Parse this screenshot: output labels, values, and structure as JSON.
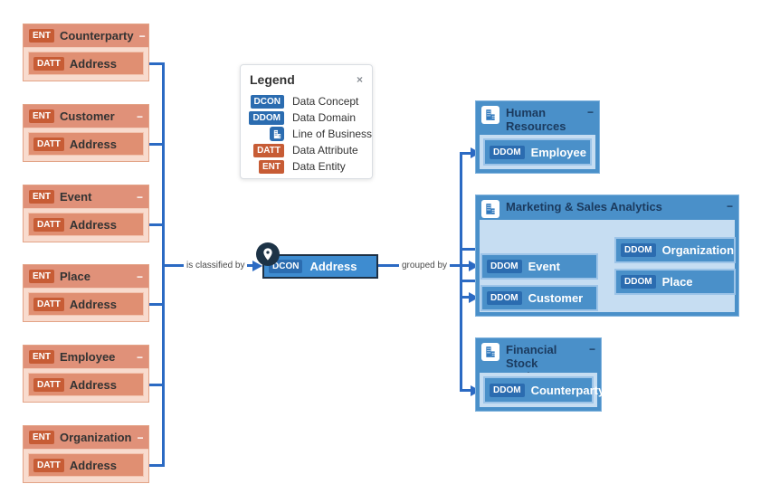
{
  "diagram": {
    "entities": [
      {
        "badge": "ENT",
        "name": "Counterparty",
        "attr_badge": "DATT",
        "attr": "Address",
        "collapse": "−"
      },
      {
        "badge": "ENT",
        "name": "Customer",
        "attr_badge": "DATT",
        "attr": "Address",
        "collapse": "−"
      },
      {
        "badge": "ENT",
        "name": "Event",
        "attr_badge": "DATT",
        "attr": "Address",
        "collapse": "−"
      },
      {
        "badge": "ENT",
        "name": "Place",
        "attr_badge": "DATT",
        "attr": "Address",
        "collapse": "−"
      },
      {
        "badge": "ENT",
        "name": "Employee",
        "attr_badge": "DATT",
        "attr": "Address",
        "collapse": "−"
      },
      {
        "badge": "ENT",
        "name": "Organization",
        "attr_badge": "DATT",
        "attr": "Address",
        "collapse": "−"
      }
    ],
    "concept": {
      "badge": "DCON",
      "label": "Address",
      "pin_icon": "location-pin-icon"
    },
    "edge_labels": {
      "left": "is classified by",
      "right": "grouped by"
    },
    "groups": [
      {
        "name": "Human Resources",
        "collapse": "−",
        "icon": "building-icon",
        "domains": [
          {
            "badge": "DDOM",
            "label": "Employee"
          }
        ]
      },
      {
        "name": "Marketing & Sales Analytics",
        "collapse": "−",
        "icon": "building-icon",
        "domains": [
          {
            "badge": "DDOM",
            "label": "Event"
          },
          {
            "badge": "DDOM",
            "label": "Customer"
          },
          {
            "badge": "DDOM",
            "label": "Organization"
          },
          {
            "badge": "DDOM",
            "label": "Place"
          }
        ]
      },
      {
        "name": "Financial Stock Exchange",
        "collapse": "−",
        "icon": "building-icon",
        "domains": [
          {
            "badge": "DDOM",
            "label": "Counterparty"
          }
        ]
      }
    ]
  },
  "legend": {
    "title": "Legend",
    "close": "×",
    "items": [
      {
        "badge": "DCON",
        "label": "Data Concept"
      },
      {
        "badge": "DDOM",
        "label": "Data Domain"
      },
      {
        "icon": "building-icon",
        "label": "Line of Business"
      },
      {
        "badge": "DATT",
        "label": "Data Attribute"
      },
      {
        "badge": "ENT",
        "label": "Data Entity"
      }
    ]
  },
  "colors": {
    "connector": "#2b6ac3",
    "entity_badge": "#c75c35",
    "entity_header": "#e09179",
    "entity_body": "#f8dbce",
    "domain_box": "#4a90c9",
    "domain_badge": "#2b6cb0",
    "domain_body": "#c6ddf2",
    "concept_fill": "#3e8cd0",
    "concept_border": "#1d3044",
    "title_navy": "#1b3a5e"
  }
}
